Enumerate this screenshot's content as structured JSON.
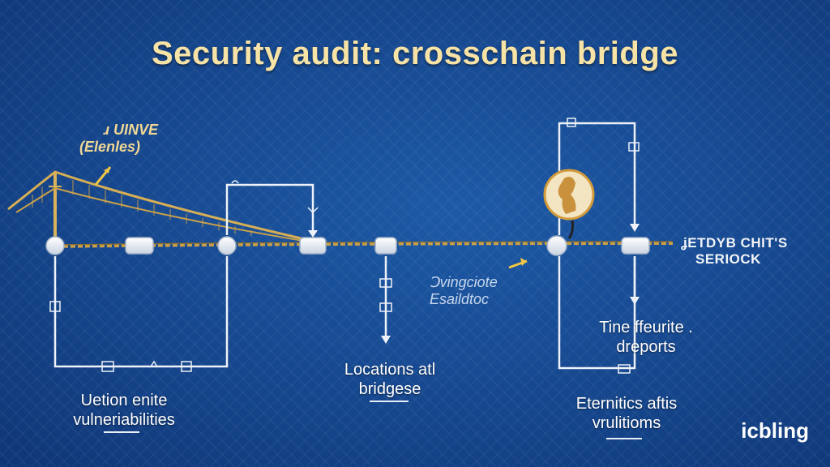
{
  "title": "Security audit: crosschain bridge",
  "labels": {
    "left_bottom": [
      "Uetion enite",
      "vulneriabilities"
    ],
    "center_bottom": [
      "Locations atl",
      "bridgese"
    ],
    "right_mid": [
      "Tine ffeurite .",
      "dreports"
    ],
    "right_bottom": [
      "Eternitics aftis",
      "vrulitioms"
    ]
  },
  "side_notes": {
    "top_left": [
      "ɹ UINVE",
      "(Elenles)"
    ],
    "center_mid": [
      "Ↄvingciote",
      "Esaildtoc"
    ],
    "right_edge": [
      "ʝETDYB CHIT'S",
      "SERIOCK"
    ]
  },
  "brand": "icbling",
  "colors": {
    "background": "#174a92",
    "title": "#f7e3a6",
    "rope": "#c9a04a",
    "connector": "#eef2f8"
  }
}
